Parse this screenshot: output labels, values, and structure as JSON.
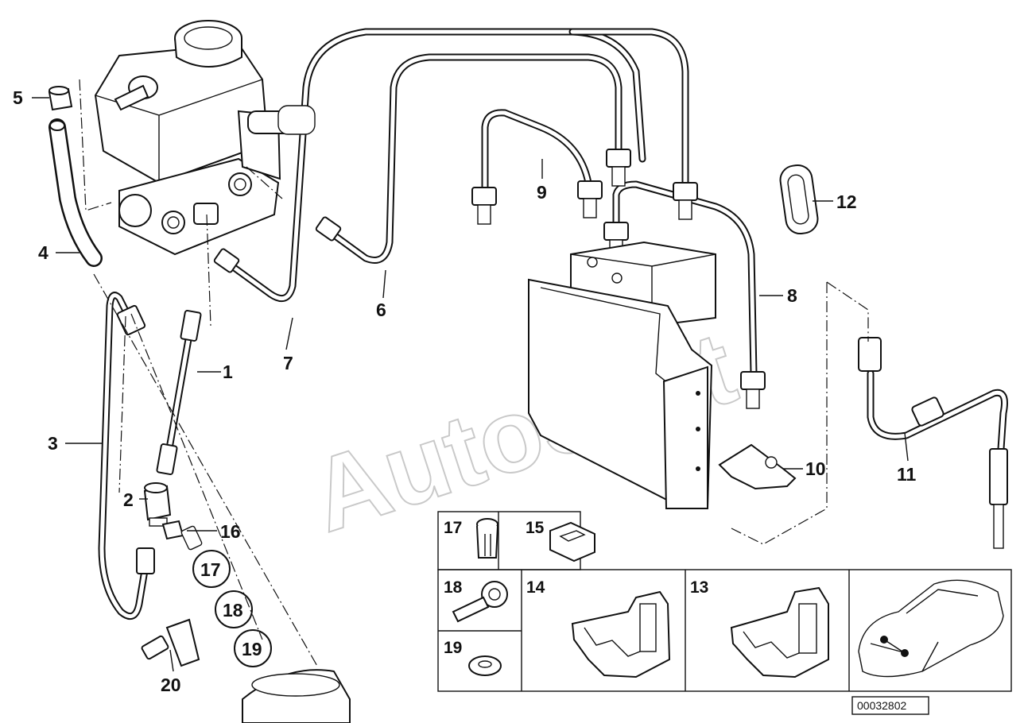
{
  "callouts": {
    "p1": "1",
    "p2": "2",
    "p3": "3",
    "p4": "4",
    "p5": "5",
    "p6": "6",
    "p7": "7",
    "p8": "8",
    "p9": "9",
    "p10": "10",
    "p11": "11",
    "p12": "12",
    "p16": "16",
    "p17": "17",
    "p18": "18",
    "p19": "19",
    "p20": "20"
  },
  "inset_labels": {
    "i17": "17",
    "i15": "15",
    "i18": "18",
    "i14": "14",
    "i13": "13",
    "i19": "19"
  },
  "watermark": "AutoSoft",
  "document_id": "00032802",
  "colors": {
    "line": "#111111",
    "watermark": "#c9c9c9",
    "background": "#ffffff"
  }
}
